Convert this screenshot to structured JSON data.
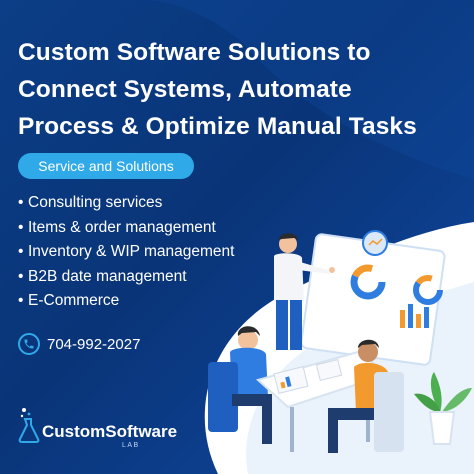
{
  "headline": {
    "line1": "Custom Software Solutions to",
    "line2": "Connect Systems, Automate",
    "line3": "Process & Optimize Manual Tasks"
  },
  "badge": "Service  and Solutions",
  "services": [
    "Consulting services",
    "Items & order management",
    "Inventory & WIP management",
    "B2B date management",
    "E-Commerce"
  ],
  "bullet": "•",
  "phone": "704-992-2027",
  "logo": {
    "name": "CustomSoftware",
    "sub": "LAB"
  },
  "icons": [
    "phone-icon",
    "flask-logo-icon"
  ],
  "colors": {
    "background": "#0b3e86",
    "accent": "#2fa9e8",
    "text": "#ffffff"
  }
}
